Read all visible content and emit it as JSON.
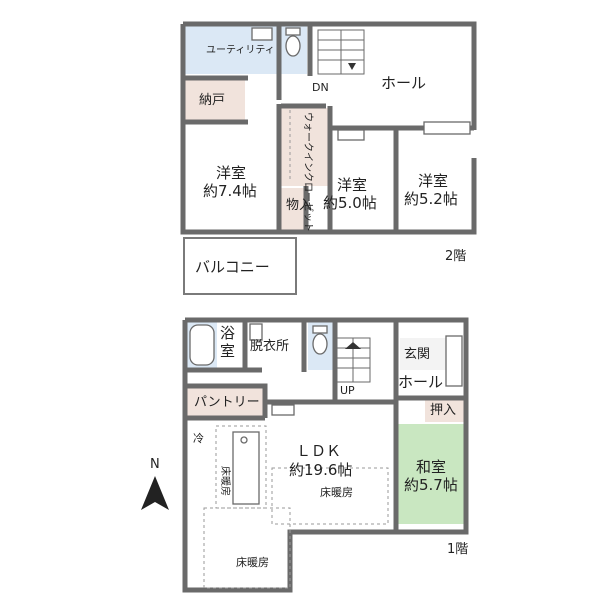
{
  "floor2": {
    "level": "2階",
    "utility": "ユーティリティ",
    "storage": "納戸",
    "stair_dn": "DN",
    "hall": "ホール",
    "walkin": "ウォークインクローゼット",
    "bedroom1_name": "洋室",
    "bedroom1_size": "約7.4帖",
    "bedroom2_name": "洋室",
    "bedroom2_size": "約5.0帖",
    "bedroom3_name": "洋室",
    "bedroom3_size": "約5.2帖",
    "closet": "物入",
    "balcony": "バルコニー"
  },
  "floor1": {
    "level": "1階",
    "bath": "浴室",
    "dressing": "脱衣所",
    "entrance": "玄関",
    "stair_up": "UP",
    "hall": "ホール",
    "pantry": "パントリー",
    "closet": "押入",
    "fridge": "冷",
    "ldk_name": "ＬＤＫ",
    "ldk_size": "約19.6帖",
    "floor_heat_a": "床暖房",
    "floor_heat_b": "床暖房",
    "floor_heat_c": "床暖房",
    "japanese_name": "和室",
    "japanese_size": "約5.7帖"
  },
  "compass": {
    "north": "N"
  }
}
